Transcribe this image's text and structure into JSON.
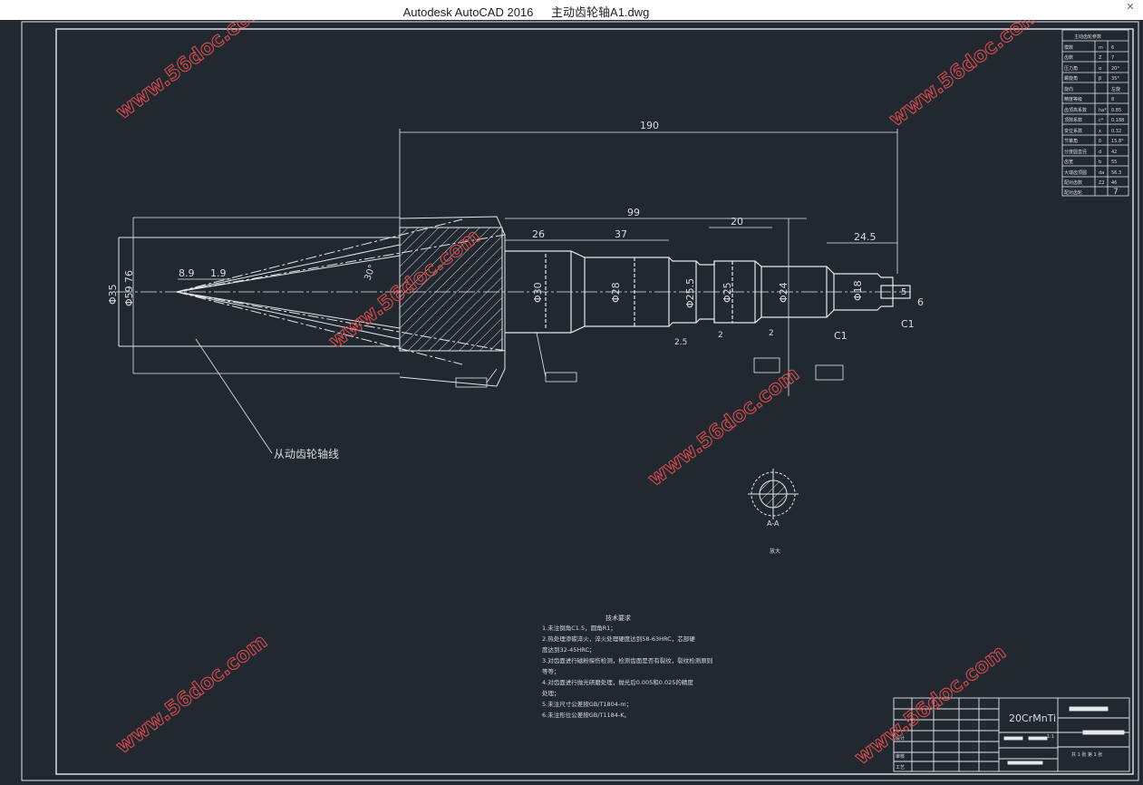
{
  "window": {
    "app_name": "Autodesk AutoCAD 2016",
    "file_name": "主动齿轮轴A1.dwg"
  },
  "colors": {
    "canvas_bg": "#212830",
    "line": "#e6e8ea",
    "watermark": "#d94b4b"
  },
  "watermark": {
    "text": "www.56doc.com"
  },
  "dimensions": {
    "overall_length": "190",
    "d99": "99",
    "d20": "20",
    "d26": "26",
    "d37": "37",
    "d24_5": "24.5",
    "d8_9": "8.9",
    "d1_9": "1.9",
    "phi35": "Φ35",
    "phi59": "Φ59",
    "d76": "76",
    "phi30": "Φ30",
    "phi28": "Φ28",
    "phi25_5": "Φ25.5",
    "phi25": "Φ25",
    "phi24": "Φ24",
    "phi18": "Φ18",
    "d6": "6",
    "d5": "5",
    "c1_a": "C1",
    "c1_b": "C1",
    "angle_30": "30°",
    "d2_5": "2.5",
    "d2": "2",
    "d2b": "2"
  },
  "labels": {
    "mating_gear_axis": "从动齿轮轴线",
    "section_view": "A-A",
    "section_note": "放大",
    "material": "20CrMnTi",
    "tech_title": "技术要求",
    "tech_lines": [
      "1.未注倒角C1.5，圆角R1；",
      "2.热处理渗碳淬火，淬火处理硬度达到58-63HRC，芯部硬",
      "度达到32-45HRC；",
      "3.对齿面进行磁粉探伤检测，检测齿面是否有裂纹，裂纹检测原则",
      "等等；",
      "4.对齿面进行抛光研磨处理，抛光后0.005和0.025的精度",
      "处理；",
      "5.未注尺寸公差按GB/T1804-m；",
      "6.未注形位公差按GB/T1184-K。"
    ]
  },
  "param_table": {
    "title": "主动齿轮参数",
    "rows": [
      [
        "模数",
        "m",
        "6"
      ],
      [
        "齿数",
        "Z",
        "7"
      ],
      [
        "压力角",
        "α",
        "20°"
      ],
      [
        "螺旋角",
        "β",
        "35°"
      ],
      [
        "旋向",
        "",
        "左旋"
      ],
      [
        "精度等级",
        "",
        "8"
      ],
      [
        "齿顶高系数",
        "ha*",
        "0.85"
      ],
      [
        "顶隙系数",
        "c*",
        "0.188"
      ],
      [
        "变位系数",
        "x",
        "0.32"
      ],
      [
        "节锥角",
        "δ",
        "15.8°"
      ],
      [
        "分度圆直径",
        "d",
        "42"
      ],
      [
        "齿宽",
        "b",
        "55"
      ],
      [
        "大端齿顶圆",
        "da",
        "56.3"
      ],
      [
        "配对齿数",
        "Z2",
        "46"
      ],
      [
        "配对齿轮",
        "",
        "7"
      ]
    ]
  },
  "title_block": {
    "scale": "1:1",
    "sheet": "共 1 张 第 1 张",
    "designer_label": "设计",
    "check_label": "审核",
    "process_label": "工艺"
  }
}
